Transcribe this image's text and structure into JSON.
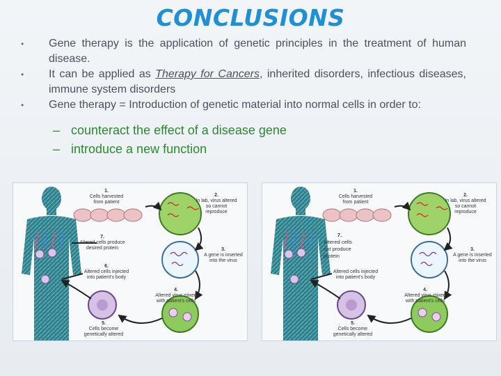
{
  "title": "CONCLUSIONS",
  "bullets": [
    "Gene therapy is the application of genetic principles in the treatment of human disease.",
    {
      "before": "It can be applied as ",
      "link": "Therapy for Cancers",
      "after": ", inherited disorders, infectious diseases, immune system disorders"
    },
    "Gene therapy = Introduction of genetic material into normal cells in order to:"
  ],
  "sub_bullets": [
    "counteract the effect of a disease gene",
    "introduce a new function"
  ],
  "bullet_glyph": "•",
  "dash_glyph": "–",
  "diagram_left": {
    "step1": {
      "num": "1.",
      "text": "Cells harvested from patient"
    },
    "step2": {
      "num": "2.",
      "text": "In lab, virus altered so cannot reproduce"
    },
    "step3": {
      "num": "3.",
      "text": "A gene is inserted into the virus"
    },
    "step4": {
      "num": "4.",
      "text": "Altered virus mixed with patient's cells"
    },
    "step5": {
      "num": "5.",
      "text": "Cells become genetically altered"
    },
    "step6": {
      "num": "6.",
      "text": "Altered cells injected into patient's body"
    },
    "step7": {
      "num": "7.",
      "text": "Altered cells produce desired protein"
    }
  },
  "diagram_right": {
    "step1": {
      "num": "1.",
      "text": "Cells harvested from patient"
    },
    "step2": {
      "num": "2.",
      "text": "In lab, virus altered so cannot reproduce"
    },
    "step3": {
      "num": "3.",
      "text": "A gene is inserted into the virus"
    },
    "step4": {
      "num": "4.",
      "text": "Altered virus mixed with patient's cells"
    },
    "step5": {
      "num": "5.",
      "text": "Cells become genetically altered"
    },
    "step6": {
      "num": "",
      "text": "Altered cells injected into patient's body"
    },
    "step7": {
      "num": "7.",
      "text": "Altered cells not produce protein"
    }
  },
  "colors": {
    "title": "#1f8fd6",
    "body_text": "#4d4f5e",
    "sub_text": "#2b8a2f",
    "body_figure": "#2f7e8a"
  }
}
